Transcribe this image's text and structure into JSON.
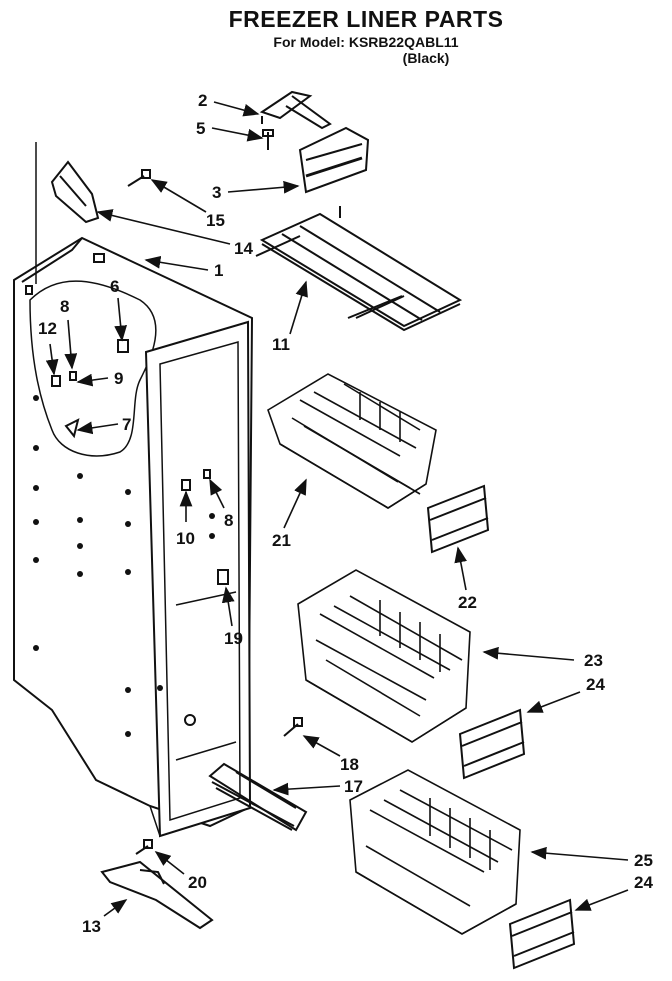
{
  "title": "FREEZER LINER PARTS",
  "model_line": "For Model: KSRB22QABL11",
  "color_line": "(Black)",
  "callouts": [
    {
      "id": "2",
      "text": "2"
    },
    {
      "id": "5",
      "text": "5"
    },
    {
      "id": "3",
      "text": "3"
    },
    {
      "id": "15",
      "text": "15"
    },
    {
      "id": "14",
      "text": "14"
    },
    {
      "id": "1",
      "text": "1"
    },
    {
      "id": "8a",
      "text": "8"
    },
    {
      "id": "6",
      "text": "6"
    },
    {
      "id": "12",
      "text": "12"
    },
    {
      "id": "9",
      "text": "9"
    },
    {
      "id": "7",
      "text": "7"
    },
    {
      "id": "11",
      "text": "11"
    },
    {
      "id": "10",
      "text": "10"
    },
    {
      "id": "8b",
      "text": "8"
    },
    {
      "id": "21",
      "text": "21"
    },
    {
      "id": "22",
      "text": "22"
    },
    {
      "id": "19",
      "text": "19"
    },
    {
      "id": "23",
      "text": "23"
    },
    {
      "id": "24a",
      "text": "24"
    },
    {
      "id": "18",
      "text": "18"
    },
    {
      "id": "17",
      "text": "17"
    },
    {
      "id": "20",
      "text": "20"
    },
    {
      "id": "25",
      "text": "25"
    },
    {
      "id": "24b",
      "text": "24"
    },
    {
      "id": "13",
      "text": "13"
    }
  ]
}
